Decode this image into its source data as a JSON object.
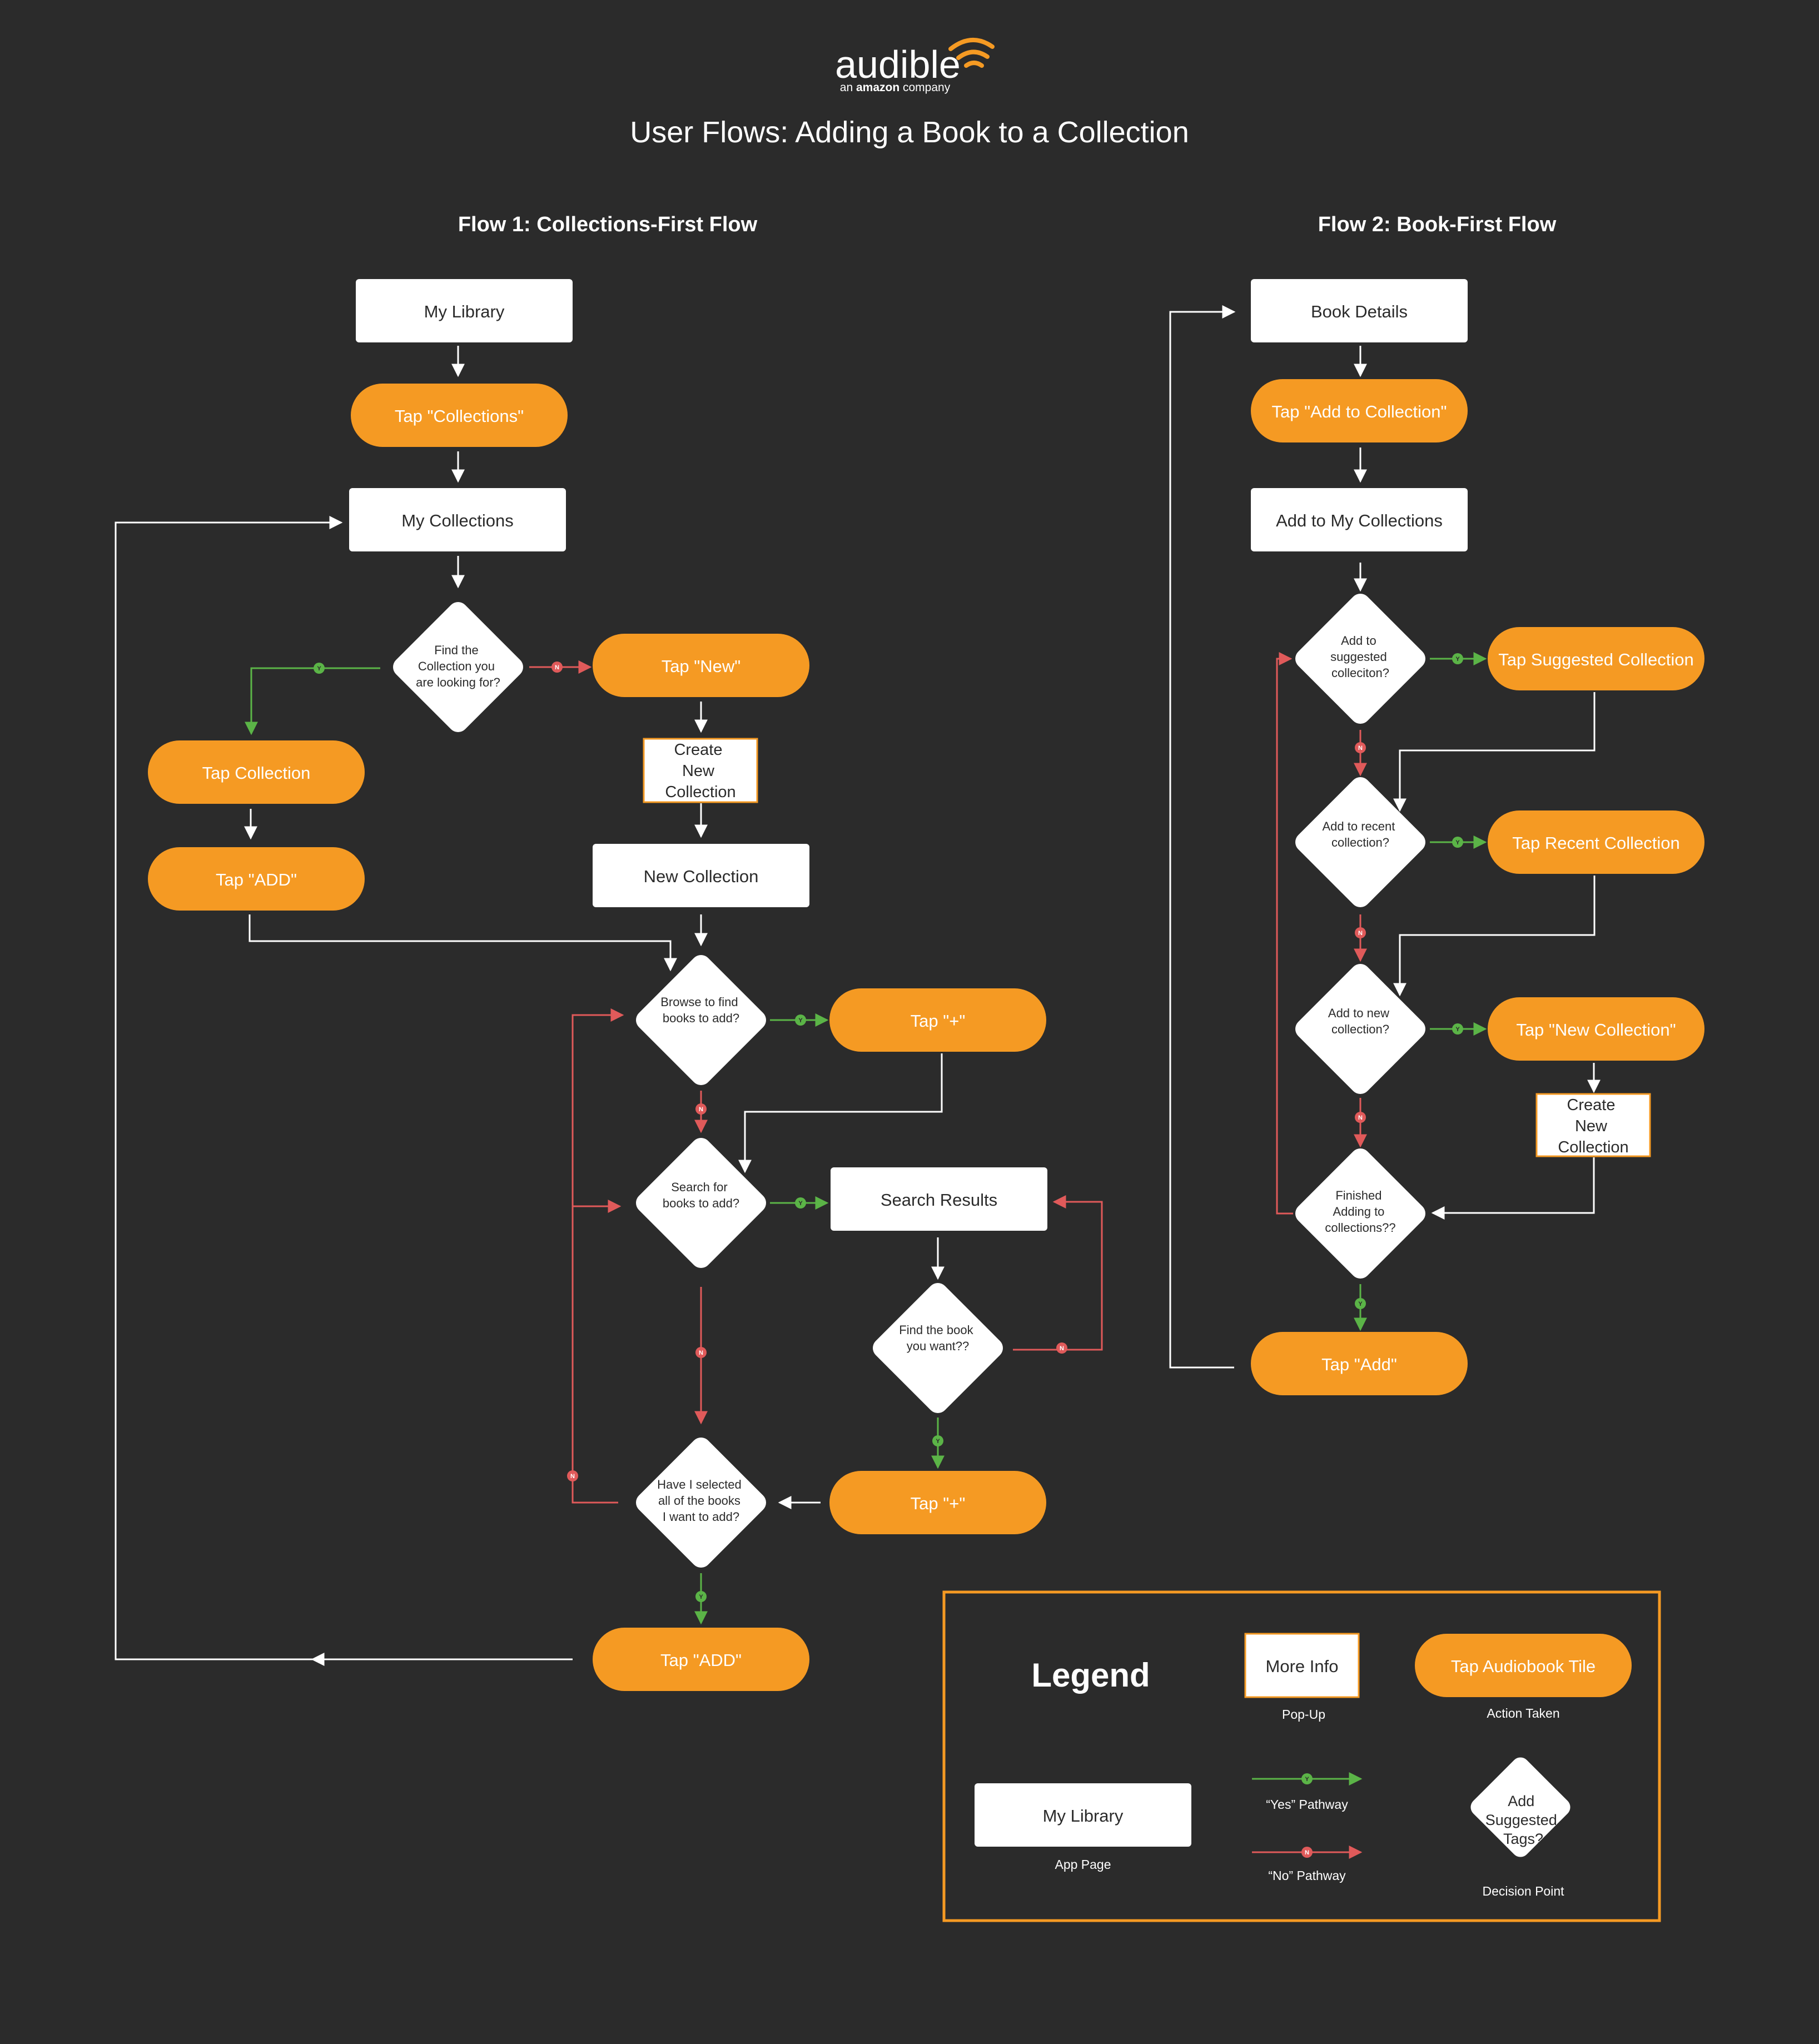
{
  "brand": {
    "name": "audible",
    "tagline_prefix": "an ",
    "tagline_brand": "amazon",
    "tagline_suffix": " company"
  },
  "title": "User Flows: Adding a Book to a Collection",
  "flow1": {
    "heading": "Flow 1: Collections-First Flow",
    "my_library": "My Library",
    "tap_collections": "Tap \"Collections\"",
    "my_collections": "My Collections",
    "find_collection": [
      "Find the",
      "Collection you",
      "are looking for?"
    ],
    "tap_new": "Tap \"New\"",
    "create_new_collection": [
      "Create",
      "New",
      "Collection"
    ],
    "new_collection": "New Collection",
    "tap_collection": "Tap Collection",
    "tap_add_left": "Tap \"ADD\"",
    "browse": [
      "Browse to find",
      "books to add?"
    ],
    "tap_plus_top": "Tap \"+\"",
    "search": [
      "Search for",
      "books to add?"
    ],
    "search_results": "Search Results",
    "find_book": [
      "Find the book",
      "you want??"
    ],
    "tap_plus_bottom": "Tap \"+\"",
    "selected_all": [
      "Have I selected",
      "all of the books",
      "I want to add?"
    ],
    "tap_add_bottom": "Tap \"ADD\""
  },
  "flow2": {
    "heading": "Flow 2: Book-First Flow",
    "book_details": "Book Details",
    "tap_add_to_collection": "Tap \"Add to Collection\"",
    "add_to_my_collections": "Add to My Collections",
    "add_suggested": [
      "Add to",
      "suggested",
      "colleciton?"
    ],
    "tap_suggested": "Tap Suggested Collection",
    "add_recent": [
      "Add to recent",
      "collection?"
    ],
    "tap_recent": "Tap Recent Collection",
    "add_new": [
      "Add to new",
      "collection?"
    ],
    "tap_new_collection": "Tap \"New Collection\"",
    "create_new_collection": [
      "Create",
      "New",
      "Collection"
    ],
    "finished": [
      "Finished",
      "Adding to",
      "collections??"
    ],
    "tap_add": "Tap \"Add\""
  },
  "path_labels": {
    "yes": "Y",
    "no": "N"
  },
  "legend": {
    "title": "Legend",
    "popup_box": "More Info",
    "popup_label": "Pop-Up",
    "action_box": "Tap Audiobook Tile",
    "action_label": "Action Taken",
    "page_box": "My Library",
    "page_label": "App Page",
    "yes_label": "“Yes” Pathway",
    "no_label": "“No” Pathway",
    "decision_box": [
      "Add",
      "Suggested",
      "Tags?"
    ],
    "decision_label": "Decision Point"
  },
  "colors": {
    "background": "#2b2b2b",
    "orange": "#f59a23",
    "yes": "#5bb447",
    "no": "#e05a5a",
    "white": "#ffffff"
  },
  "icons": {
    "logo": "audible-wifi-arc-icon"
  }
}
